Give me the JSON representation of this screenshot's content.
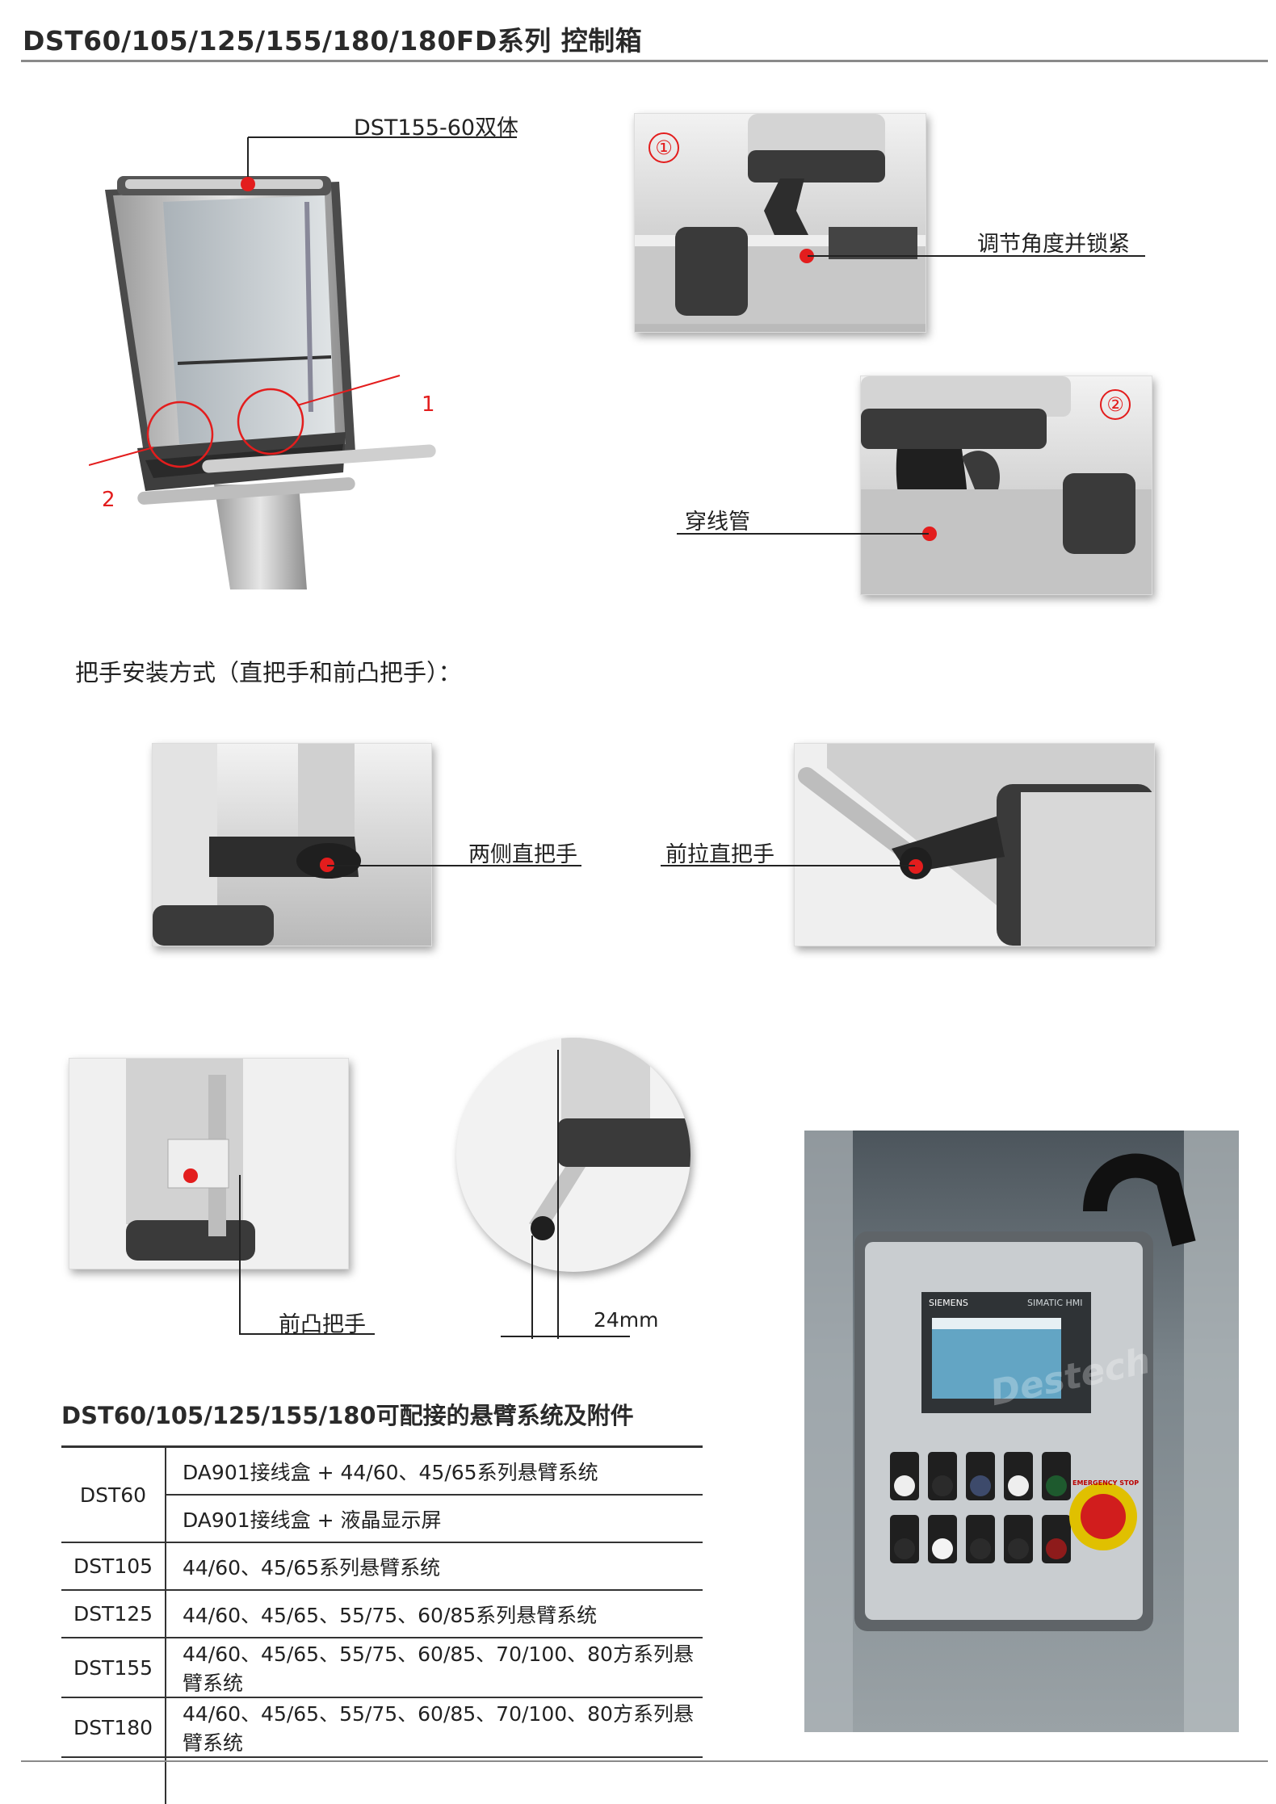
{
  "header": {
    "title": "DST60/105/125/155/180/180FD系列 控制箱"
  },
  "top": {
    "main_label": "DST155-60双体",
    "num1": "1",
    "num2": "2",
    "detail1": {
      "badge": "①",
      "label": "调节角度并锁紧"
    },
    "detail2": {
      "badge": "②",
      "label": "穿线管"
    }
  },
  "handles": {
    "section_title": "把手安装方式（直把手和前凸把手）：",
    "side_straight": "两侧直把手",
    "front_pull": "前拉直把手",
    "front_convex": "前凸把手",
    "dimension": "24mm"
  },
  "hmi": {
    "brand": "SIEMENS",
    "model": "SIMATIC HMI",
    "estop": "EMERGENCY STOP",
    "watermark": "Destech"
  },
  "table": {
    "title": "DST60/105/125/155/180可配接的悬臂系统及附件",
    "rows": [
      {
        "model": "DST60",
        "items": [
          "DA901接线盒 + 44/60、45/65系列悬臂系统",
          "DA901接线盒 + 液晶显示屏"
        ]
      },
      {
        "model": "DST105",
        "items": [
          "44/60、45/65系列悬臂系统"
        ]
      },
      {
        "model": "DST125",
        "items": [
          "44/60、45/65、55/75、60/85系列悬臂系统"
        ]
      },
      {
        "model": "DST155",
        "items": [
          "44/60、45/65、55/75、60/85、70/100、80方系列悬臂系统"
        ]
      },
      {
        "model": "DST180",
        "items": [
          "44/60、45/65、55/75、60/85、70/100、80方系列悬臂系统"
        ]
      }
    ]
  },
  "colors": {
    "accent_red": "#e31d1d",
    "rule_gray": "#8a8a8a",
    "frame_dark": "#3a3a3a"
  }
}
